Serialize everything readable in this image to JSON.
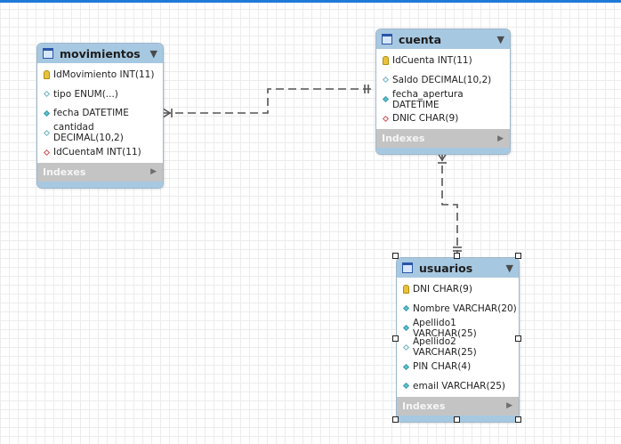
{
  "entities": {
    "movimientos": {
      "title": "movimientos",
      "columns": [
        {
          "label": "IdMovimiento INT(11)",
          "icon": "primary-key-icon"
        },
        {
          "label": "tipo ENUM(...)",
          "icon": "nullable-column-icon"
        },
        {
          "label": "fecha DATETIME",
          "icon": "not-null-column-icon"
        },
        {
          "label": "cantidad DECIMAL(10,2)",
          "icon": "nullable-column-icon"
        },
        {
          "label": "IdCuentaM INT(11)",
          "icon": "foreign-key-icon"
        }
      ],
      "indexes_label": "Indexes"
    },
    "cuenta": {
      "title": "cuenta",
      "columns": [
        {
          "label": "IdCuenta INT(11)",
          "icon": "primary-key-icon"
        },
        {
          "label": "Saldo DECIMAL(10,2)",
          "icon": "nullable-column-icon"
        },
        {
          "label": "fecha_apertura DATETIME",
          "icon": "not-null-column-icon"
        },
        {
          "label": "DNIC CHAR(9)",
          "icon": "foreign-key-icon"
        }
      ],
      "indexes_label": "Indexes"
    },
    "usuarios": {
      "title": "usuarios",
      "columns": [
        {
          "label": "DNI CHAR(9)",
          "icon": "primary-key-icon"
        },
        {
          "label": "Nombre VARCHAR(20)",
          "icon": "not-null-column-icon"
        },
        {
          "label": "Apellido1 VARCHAR(25)",
          "icon": "not-null-column-icon"
        },
        {
          "label": "Apellido2 VARCHAR(25)",
          "icon": "nullable-column-icon"
        },
        {
          "label": "PIN CHAR(4)",
          "icon": "not-null-column-icon"
        },
        {
          "label": "email VARCHAR(25)",
          "icon": "not-null-column-icon"
        }
      ],
      "indexes_label": "Indexes"
    }
  },
  "colors": {
    "header": "#a7c8e1",
    "indexes_bar": "#c4c4c4",
    "relationship_line": "#555555",
    "top_accent": "#1e7ad6"
  }
}
